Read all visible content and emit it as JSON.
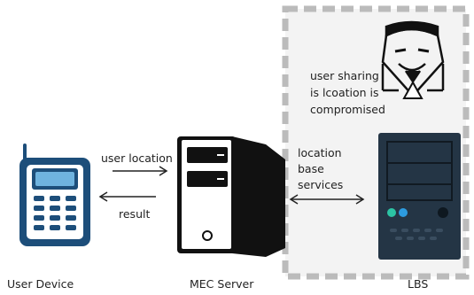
{
  "labels": {
    "user_location": "user location",
    "result": "result",
    "lbs_services": [
      "location",
      "base",
      "services"
    ],
    "warning": [
      "user sharing",
      "is lcoation is",
      "compromised"
    ]
  },
  "captions": {
    "user_device": "User Device",
    "mec_server": "MEC Server",
    "lbs": "LBS"
  },
  "icons": {
    "phone": "mobile-phone-icon",
    "mec_server": "server-tower-icon",
    "lbs_server": "server-rack-icon",
    "attacker": "anonymous-mask-icon",
    "warning": "warning-triangle-icon"
  },
  "colors": {
    "phone_body": "#1d4e7a",
    "phone_screen": "#6fb3df",
    "server_dark": "#243545",
    "led_green": "#2cc4a4",
    "led_blue": "#2d9ce0",
    "dashed_border": "#bbbbbb",
    "lbs_background": "#f3f3f3"
  }
}
